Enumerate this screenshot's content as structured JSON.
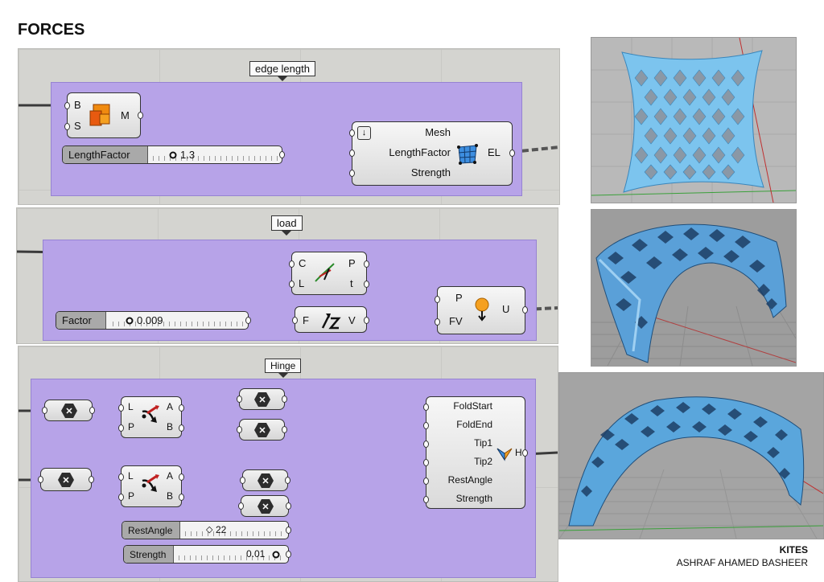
{
  "page_title": "FORCES",
  "panels": {
    "edge": {
      "group_label": "edge length",
      "mesh_inputs": [
        "B",
        "S"
      ],
      "mesh_output": "M",
      "slider": {
        "label": "LengthFactor",
        "value": "1.3"
      },
      "goal_inputs": [
        "Mesh",
        "LengthFactor",
        "Strength"
      ],
      "goal_output": "EL"
    },
    "load": {
      "group_label": "load",
      "curve_inputs": [
        "C",
        "L"
      ],
      "curve_outputs": [
        "P",
        "t"
      ],
      "slider": {
        "label": "Factor",
        "value": "0.009"
      },
      "vector_input": "F",
      "vector_output": "V",
      "load_inputs": [
        "P",
        "FV"
      ],
      "load_output": "U"
    },
    "hinge": {
      "group_label": "Hinge",
      "shift_inputs": [
        "L",
        "P"
      ],
      "shift_outputs": [
        "A",
        "B"
      ],
      "hinge_inputs": [
        "FoldStart",
        "FoldEnd",
        "Tip1",
        "Tip2",
        "RestAngle",
        "Strength"
      ],
      "hinge_output": "H",
      "rest_slider": {
        "label": "RestAngle",
        "value": "22"
      },
      "strength_slider": {
        "label": "Strength",
        "value": "0.01"
      }
    }
  },
  "footer": {
    "project": "KITES",
    "author": "ASHRAF AHAMED BASHEER"
  },
  "colors": {
    "group_fill": "#b7a3e8",
    "canvas": "#d4d4d0",
    "mesh_blue": "#6fb7e8"
  }
}
